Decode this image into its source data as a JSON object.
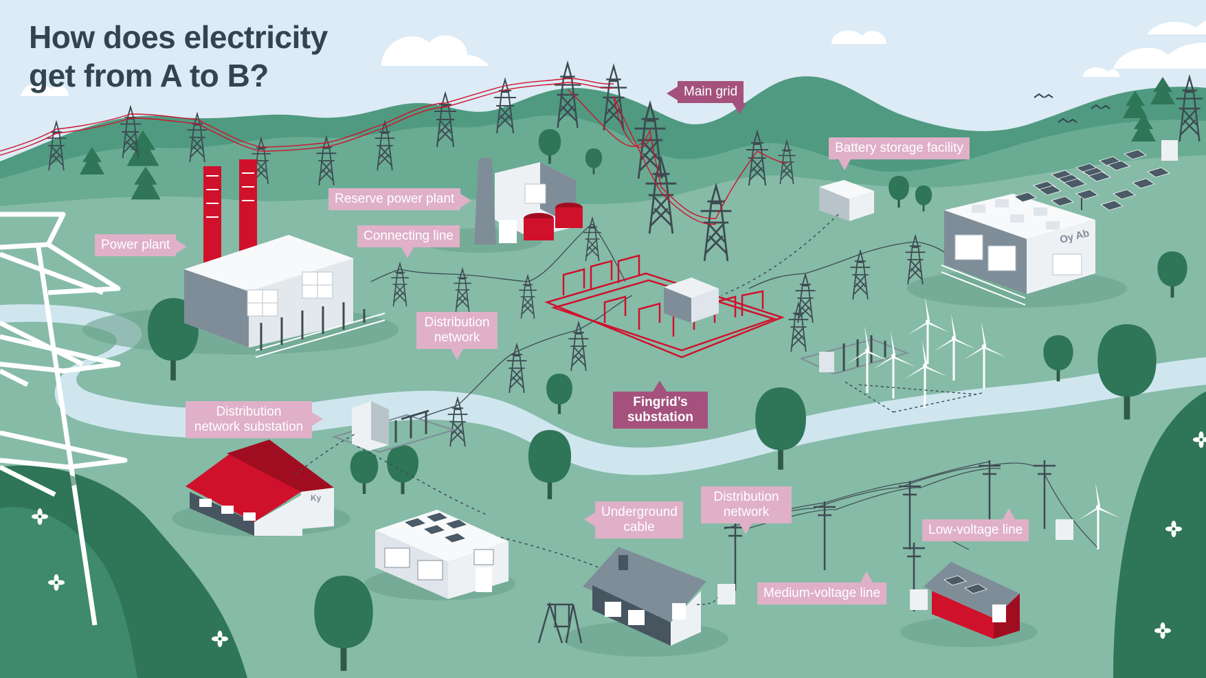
{
  "title": {
    "line1": "How does electricity",
    "line2": "get from A to B?"
  },
  "labels": {
    "main_grid": "Main grid",
    "battery_storage": "Battery storage facility",
    "reserve_power_plant": "Reserve power plant",
    "power_plant": "Power plant",
    "connecting_line": "Connecting line",
    "distribution_network_upper": {
      "line1": "Distribution",
      "line2": "network"
    },
    "distribution_network_substation": {
      "line1": "Distribution",
      "line2": "network substation"
    },
    "fingrid_substation": {
      "line1": "Fingrid’s",
      "line2": "substation"
    },
    "underground_cable": {
      "line1": "Underground",
      "line2": "cable"
    },
    "distribution_network_lower": {
      "line1": "Distribution",
      "line2": "network"
    },
    "low_voltage_line": "Low-voltage line",
    "medium_voltage_line": "Medium-voltage line"
  },
  "signs": {
    "company_oy": "Oy Ab",
    "company_ky": "Ky"
  },
  "colors": {
    "sky": "#dcebf5",
    "hill_dark": "#4f9a80",
    "hill_mid": "#69ab93",
    "ground": "#86bba7",
    "river": "#cfe6ef",
    "tree": "#2f7558",
    "red": "#d0112b",
    "building_light": "#eef1f4",
    "building_dark": "#7f8d98",
    "label_light": "#dfb0c8",
    "label_dark": "#a4527d",
    "title": "#32454f"
  }
}
